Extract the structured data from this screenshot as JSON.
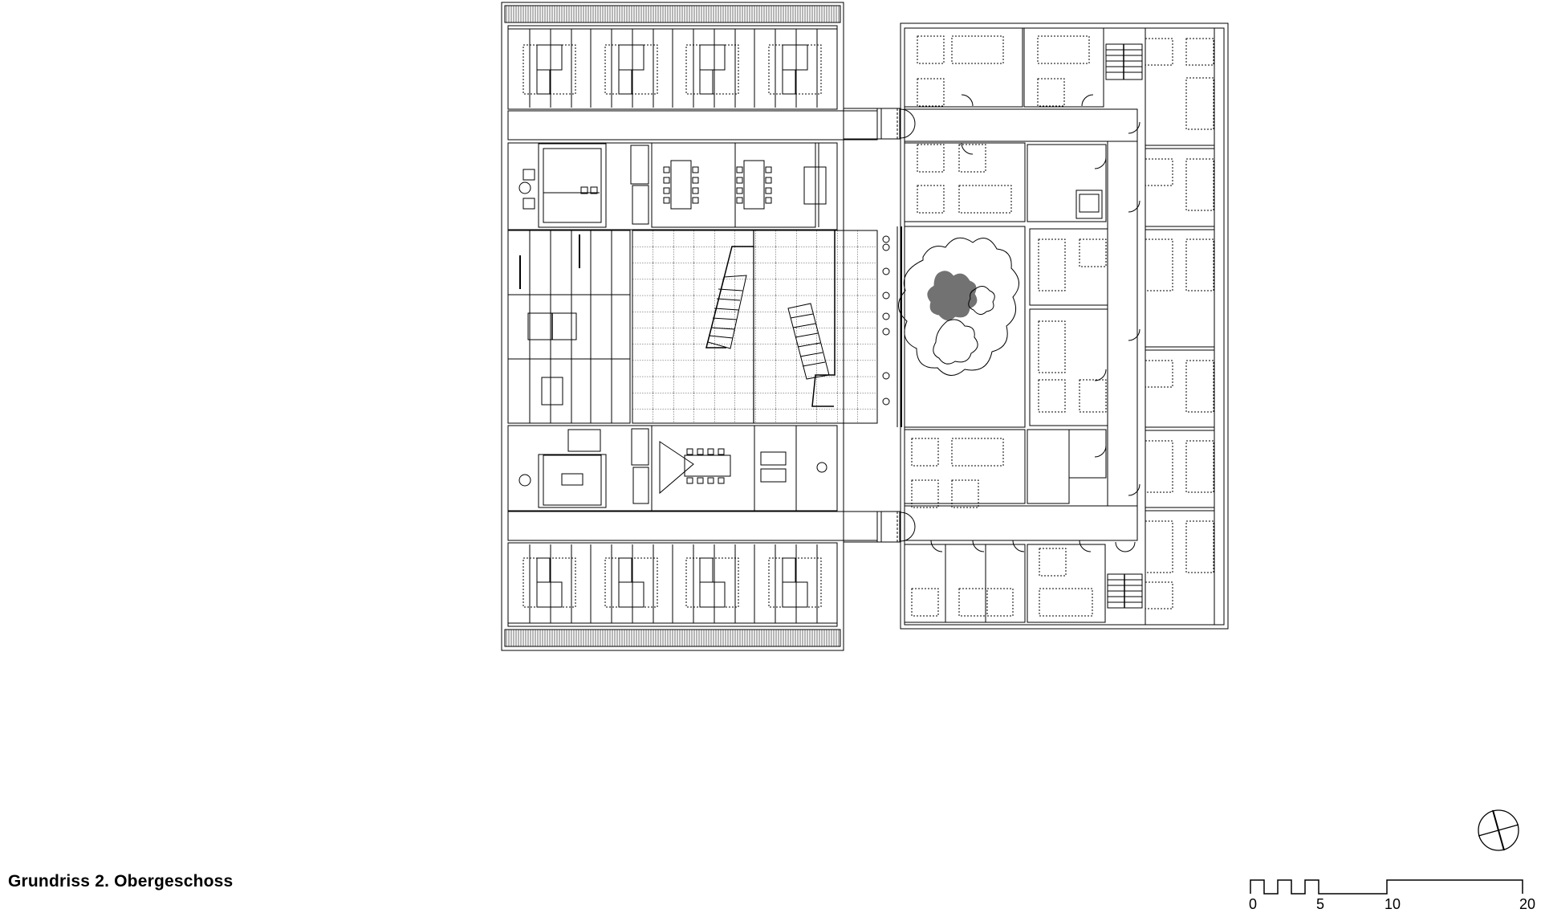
{
  "drawing": {
    "title": "Grundriss 2. Obergeschoss",
    "type": "architectural floor plan",
    "line_color": "#000000",
    "hatch_color": "#6e6e6e",
    "background": "#ffffff"
  },
  "scale_bar": {
    "labels": [
      "0",
      "5",
      "10",
      "20"
    ],
    "unit_segments": 5,
    "ticks_m": [
      0,
      1,
      2,
      3,
      4,
      5,
      10,
      20
    ]
  },
  "north_arrow": {
    "icon": "north-arrow-circle"
  },
  "plan": {
    "left_wing": {
      "zones": [
        "north office band",
        "north corridor",
        "meeting rooms",
        "toilets",
        "atrium with stairs",
        "south meeting room",
        "stair core",
        "south corridor",
        "south office band"
      ],
      "atrium_stairs": 2
    },
    "right_wing": {
      "zones": [
        "cellular offices",
        "ring corridor",
        "courtyard with tree",
        "stair cores",
        "toilets",
        "lift"
      ]
    },
    "connectors": 2
  }
}
